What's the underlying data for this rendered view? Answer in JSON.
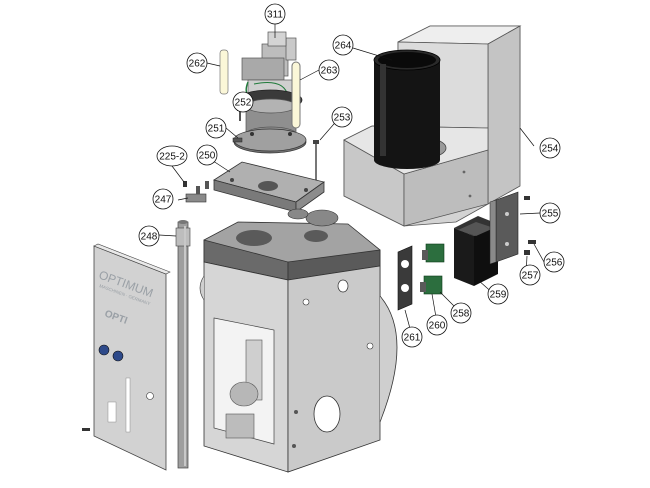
{
  "diagram": {
    "brand_text": "OPTIMUM",
    "brand_subtext": "MASCHINEN · GERMANY",
    "model_text": "OPTI",
    "callouts": [
      {
        "id": "c311",
        "label": "311"
      },
      {
        "id": "c264",
        "label": "264"
      },
      {
        "id": "c262",
        "label": "262"
      },
      {
        "id": "c263",
        "label": "263"
      },
      {
        "id": "c252",
        "label": "252"
      },
      {
        "id": "c251",
        "label": "251"
      },
      {
        "id": "c253",
        "label": "253"
      },
      {
        "id": "c254",
        "label": "254"
      },
      {
        "id": "c225",
        "label": "225-2"
      },
      {
        "id": "c250",
        "label": "250"
      },
      {
        "id": "c247",
        "label": "247"
      },
      {
        "id": "c248",
        "label": "248"
      },
      {
        "id": "c255",
        "label": "255"
      },
      {
        "id": "c256",
        "label": "256"
      },
      {
        "id": "c257",
        "label": "257"
      },
      {
        "id": "c259",
        "label": "259"
      },
      {
        "id": "c258",
        "label": "258"
      },
      {
        "id": "c260",
        "label": "260"
      },
      {
        "id": "c261",
        "label": "261"
      }
    ]
  }
}
